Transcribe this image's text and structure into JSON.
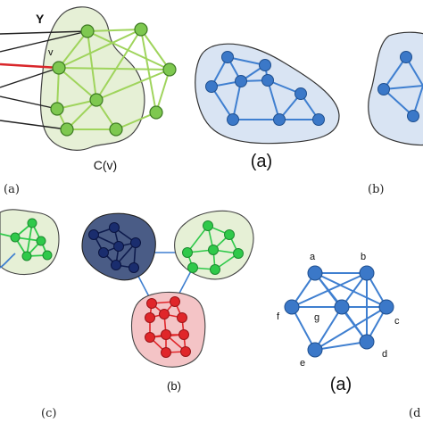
{
  "panel_top_left": {
    "set_label": "Y",
    "vertex_label": "v",
    "community_label": "C(v)",
    "caption": "(a)"
  },
  "panel_top_middle": {
    "caption": "(a)"
  },
  "panel_top_right": {
    "caption": "(b)"
  },
  "panel_bottom_left": {
    "caption": "(c)"
  },
  "panel_bottom_middle": {
    "caption": "(b)"
  },
  "panel_bottom_right": {
    "node_labels": [
      "a",
      "b",
      "c",
      "d",
      "e",
      "f",
      "g"
    ],
    "caption": "(a)",
    "cut_caption": "(d"
  },
  "colors": {
    "green_node": "#7ec850",
    "green_edge": "#9fd45c",
    "green_fill": "#e6f0d6",
    "blue_node": "#3b78c8",
    "blue_edge": "#3f7fd0",
    "blue_fill": "#d9e4f3",
    "navy_node": "#1a2d6e",
    "navy_fill": "#4a5c86",
    "red_node": "#e0262a",
    "red_fill": "#f4c4c6",
    "bright_green_node": "#2fc94a",
    "red_line": "#d9262a"
  }
}
